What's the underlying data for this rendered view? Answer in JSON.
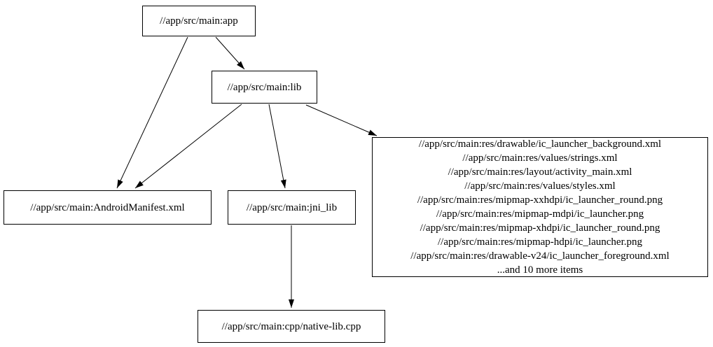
{
  "diagram": {
    "type": "dependency-graph",
    "background_color": "#ffffff",
    "node_border_color": "#000000",
    "edge_color": "#000000",
    "text_color": "#000000",
    "nodes": {
      "app": {
        "label": "//app/src/main:app"
      },
      "lib": {
        "label": "//app/src/main:lib"
      },
      "manifest": {
        "label": "//app/src/main:AndroidManifest.xml"
      },
      "jni_lib": {
        "label": "//app/src/main:jni_lib"
      },
      "res": {
        "lines": [
          "//app/src/main:res/drawable/ic_launcher_background.xml",
          "//app/src/main:res/values/strings.xml",
          "//app/src/main:res/layout/activity_main.xml",
          "//app/src/main:res/values/styles.xml",
          "//app/src/main:res/mipmap-xxhdpi/ic_launcher_round.png",
          "//app/src/main:res/mipmap-mdpi/ic_launcher.png",
          "//app/src/main:res/mipmap-xhdpi/ic_launcher_round.png",
          "//app/src/main:res/mipmap-hdpi/ic_launcher.png",
          "//app/src/main:res/drawable-v24/ic_launcher_foreground.xml",
          "...and 10 more items"
        ]
      },
      "native_lib": {
        "label": "//app/src/main:cpp/native-lib.cpp"
      }
    },
    "edges": [
      {
        "from": "app",
        "to": "manifest"
      },
      {
        "from": "app",
        "to": "lib"
      },
      {
        "from": "lib",
        "to": "manifest"
      },
      {
        "from": "lib",
        "to": "jni_lib"
      },
      {
        "from": "lib",
        "to": "res"
      },
      {
        "from": "jni_lib",
        "to": "native_lib"
      }
    ]
  }
}
